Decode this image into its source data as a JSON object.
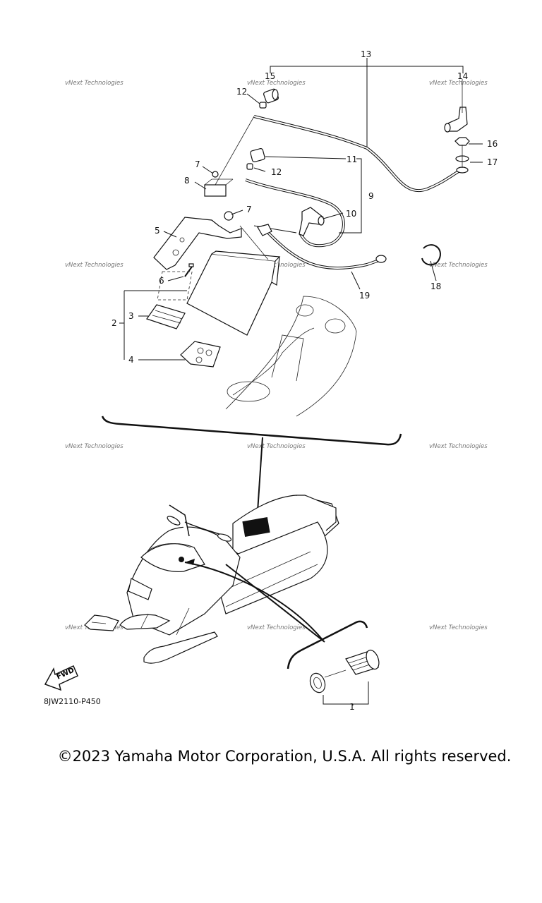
{
  "diagram": {
    "code": "8JW2110-P450",
    "fwd_label": "FWD",
    "watermark": "vNext Technologies",
    "callouts": [
      "1",
      "2",
      "3",
      "4",
      "5",
      "6",
      "7",
      "7",
      "8",
      "9",
      "10",
      "11",
      "12",
      "12",
      "13",
      "14",
      "15",
      "16",
      "17",
      "18",
      "19"
    ]
  },
  "footer": {
    "copyright": "©2023 Yamaha Motor Corporation, U.S.A. All rights reserved."
  }
}
